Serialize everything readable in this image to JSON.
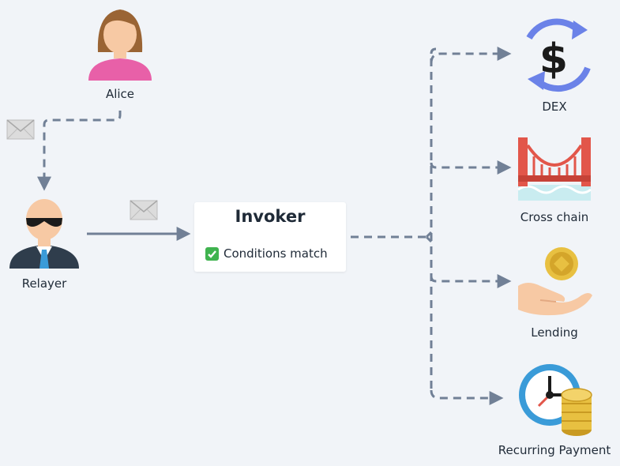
{
  "nodes": {
    "alice": {
      "label": "Alice",
      "icon": "woman-avatar-icon"
    },
    "relayer": {
      "label": "Relayer",
      "icon": "man-sunglasses-avatar-icon"
    },
    "invoker": {
      "title": "Invoker",
      "status": "Conditions match",
      "status_icon": "check-mark-icon"
    },
    "dex": {
      "label": "DEX",
      "icon": "dollar-exchange-icon"
    },
    "cross_chain": {
      "label": "Cross chain",
      "icon": "bridge-icon"
    },
    "lending": {
      "label": "Lending",
      "icon": "coin-hand-icon"
    },
    "recurring": {
      "label": "Recurring Payment",
      "icon": "clock-coins-icon"
    }
  },
  "envelopes": [
    "envelope-icon",
    "envelope-icon"
  ],
  "colors": {
    "background": "#f1f4f8",
    "connector": "#718096",
    "dex_blue": "#6b82e8",
    "bridge_red": "#e2564a",
    "coin_gold": "#e8c041",
    "skin": "#f7c9a4",
    "clock_blue": "#3a9bd8"
  }
}
